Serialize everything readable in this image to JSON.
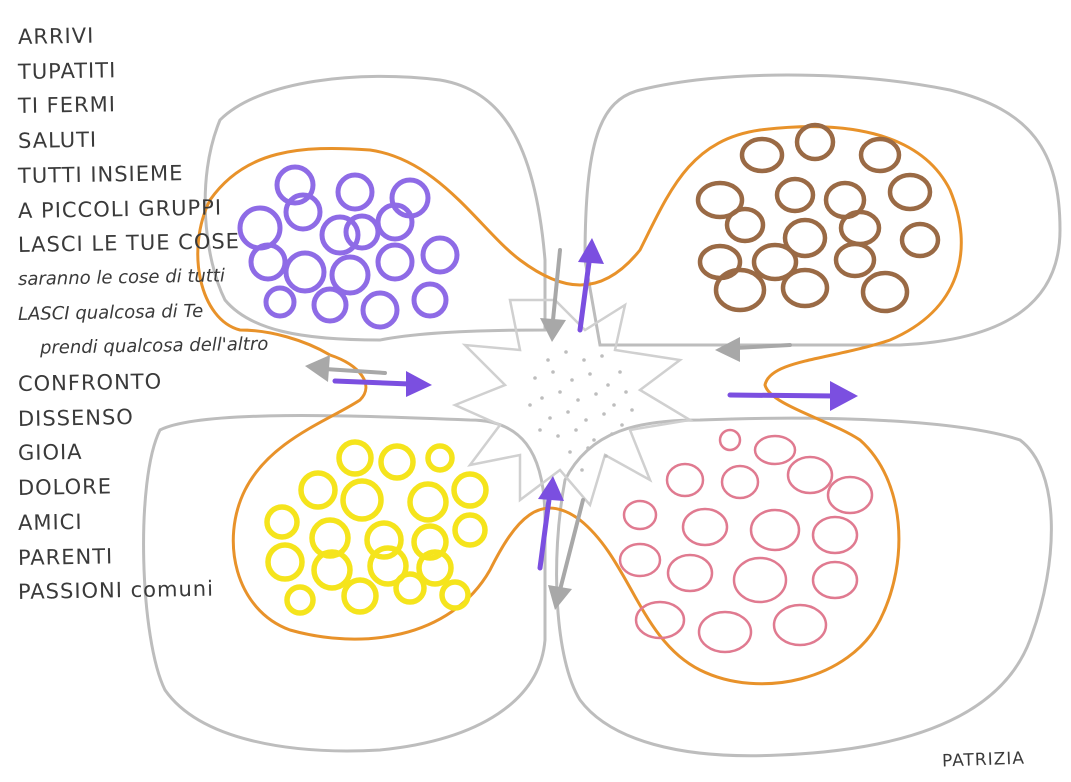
{
  "words": [
    "ARRIVI",
    "TUPATITI",
    "TI FERMI",
    "SALUTI",
    "TUTTI INSIEME",
    "A PICCOLI GRUPPI",
    "LASCI LE TUE COSE",
    "saranno le cose di tutti",
    "LASCI qualcosa di Te",
    "prendi qualcosa dell'altro",
    "CONFRONTO",
    "DISSENSO",
    "GIOIA",
    "DOLORE",
    "AMICI",
    "PARENTI",
    "PASSIONI comuni"
  ],
  "signature": "PATRIZIA",
  "colors": {
    "petal_outline": "#bdbdbd",
    "inner_outline": "#e8922a",
    "purple": "#8e6be6",
    "brown": "#9a6a45",
    "yellow": "#f5e41c",
    "pink": "#e07a90",
    "arrow_purple": "#7b4fe0",
    "arrow_gray": "#a8a8a8",
    "text": "#3a3a3a"
  },
  "icons": [
    "purple-arrow-up",
    "purple-arrow-right",
    "purple-arrow-up-bottom",
    "purple-arrow-right-far",
    "gray-arrow-left",
    "gray-arrow-down",
    "gray-arrow-left-right",
    "gray-arrow-down-bottom"
  ]
}
